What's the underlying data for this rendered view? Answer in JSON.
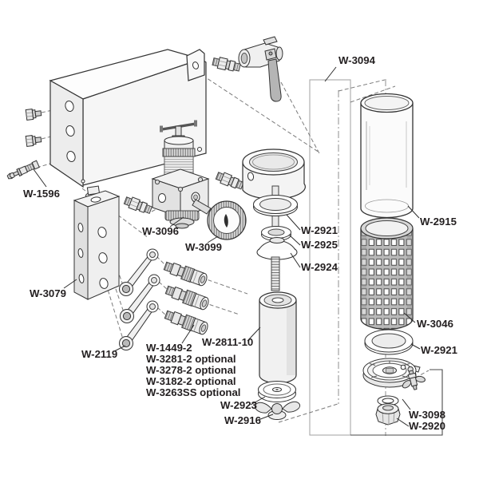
{
  "diagram": {
    "kind": "exploded-parts-diagram",
    "colors": {
      "background": "#ffffff",
      "ink": "#231f20",
      "shade_light": "#efefef",
      "shade_mid": "#d6d6d6",
      "shade_dark": "#b0b0b0",
      "phantom_gray": "#a8a8a8"
    }
  },
  "labels": {
    "w3094": "W-3094",
    "w1596": "W-1596",
    "w3096": "W-3096",
    "w3099": "W-3099",
    "w3079": "W-3079",
    "w2119": "W-2119",
    "w1449_2": "W-1449-2",
    "w3281_2": "W-3281-2 optional",
    "w3278_2": "W-3278-2 optional",
    "w3182_2": "W-3182-2 optional",
    "w3263ss": "W-3263SS optional",
    "w2811_10": "W-2811-10",
    "w2921_upper": "W-2921",
    "w2925": "W-2925",
    "w2924": "W-2924",
    "w2923": "W-2923",
    "w2916": "W-2916",
    "w2915": "W-2915",
    "w3046": "W-3046",
    "w2921_lower": "W-2921",
    "w3098": "W-3098",
    "w2920": "W-2920"
  }
}
